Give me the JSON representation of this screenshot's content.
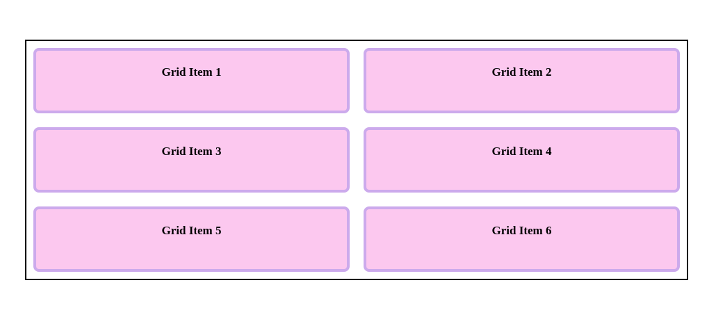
{
  "theme": {
    "page_bg": "#ffffff",
    "container_border": "#000000",
    "container_bg": "#ffffff",
    "item_bg": "#fcc8ef",
    "item_border": "#ccaaec",
    "item_text": "#000000"
  },
  "grid": {
    "columns": 2,
    "rows": 3,
    "items": [
      {
        "label": "Grid Item 1"
      },
      {
        "label": "Grid Item 2"
      },
      {
        "label": "Grid Item 3"
      },
      {
        "label": "Grid Item 4"
      },
      {
        "label": "Grid Item 5"
      },
      {
        "label": "Grid Item 6"
      }
    ]
  }
}
